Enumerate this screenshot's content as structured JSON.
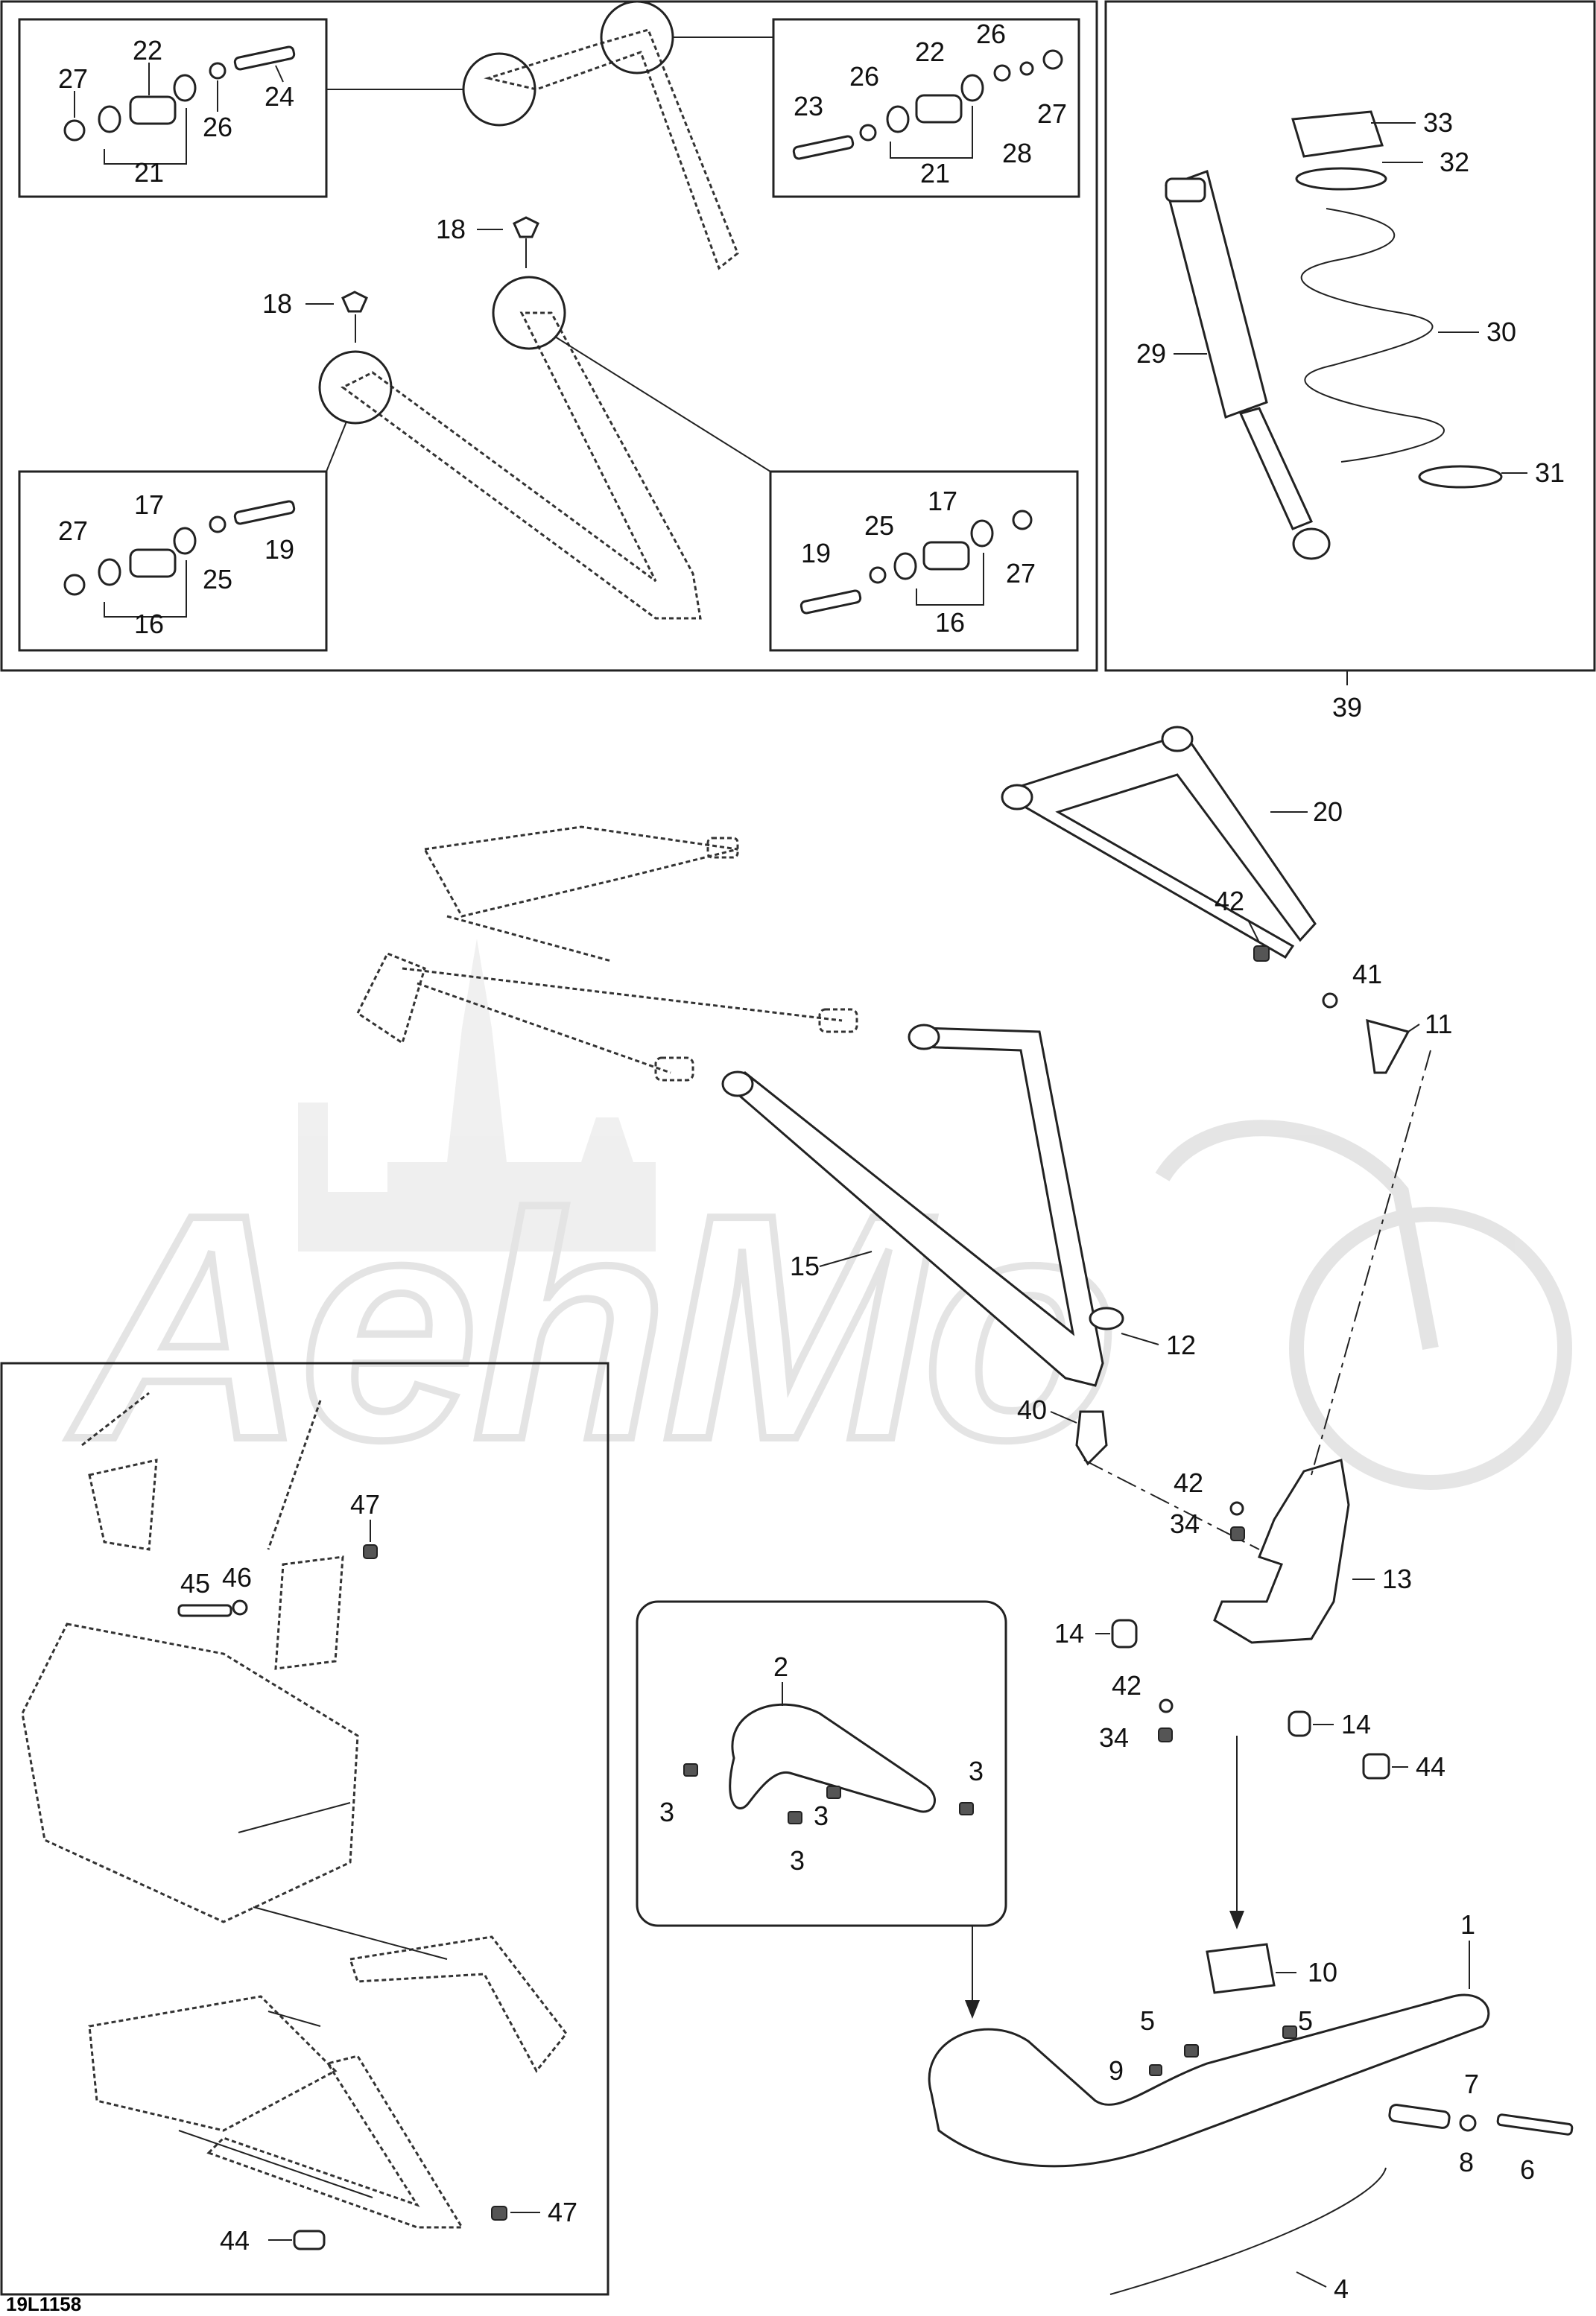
{
  "drawing_code": "19L1158",
  "watermark": "AehMo",
  "callouts": {
    "box_upper_left": [
      "27",
      "22",
      "24",
      "26",
      "21"
    ],
    "box_upper_right": [
      "26",
      "22",
      "23",
      "26",
      "27",
      "28",
      "21"
    ],
    "box_lower_left": [
      "27",
      "17",
      "19",
      "25",
      "16"
    ],
    "box_lower_right": [
      "17",
      "19",
      "25",
      "27",
      "16"
    ],
    "top_panel": [
      "18",
      "18"
    ],
    "shock_panel": [
      "33",
      "32",
      "29",
      "30",
      "31",
      "39"
    ],
    "main": [
      "20",
      "42",
      "41",
      "11",
      "15",
      "12",
      "40",
      "42",
      "34",
      "13",
      "14",
      "42",
      "34",
      "14",
      "44"
    ],
    "ski_box": [
      "2",
      "3",
      "3",
      "3",
      "3"
    ],
    "ski": [
      "1",
      "10",
      "5",
      "5",
      "9",
      "7",
      "8",
      "6",
      "4"
    ],
    "frame_box": [
      "47",
      "45",
      "46",
      "47",
      "44"
    ]
  }
}
